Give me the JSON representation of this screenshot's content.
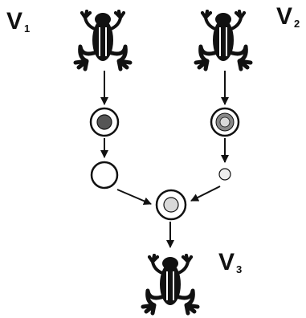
{
  "labels": {
    "v1": {
      "letter": "V",
      "subscript": "1"
    },
    "v2": {
      "letter": "V",
      "subscript": "2"
    },
    "v3": {
      "letter": "V",
      "subscript": "3"
    }
  },
  "colors": {
    "ink": "#111111",
    "nucleus_dark": "#555555",
    "nucleus_ring_gray": "#888888",
    "nucleus_light": "#d9d9d9",
    "background": "#ffffff"
  },
  "icons": {
    "frog": "frog-icon",
    "arrow": "arrow-down-icon"
  }
}
